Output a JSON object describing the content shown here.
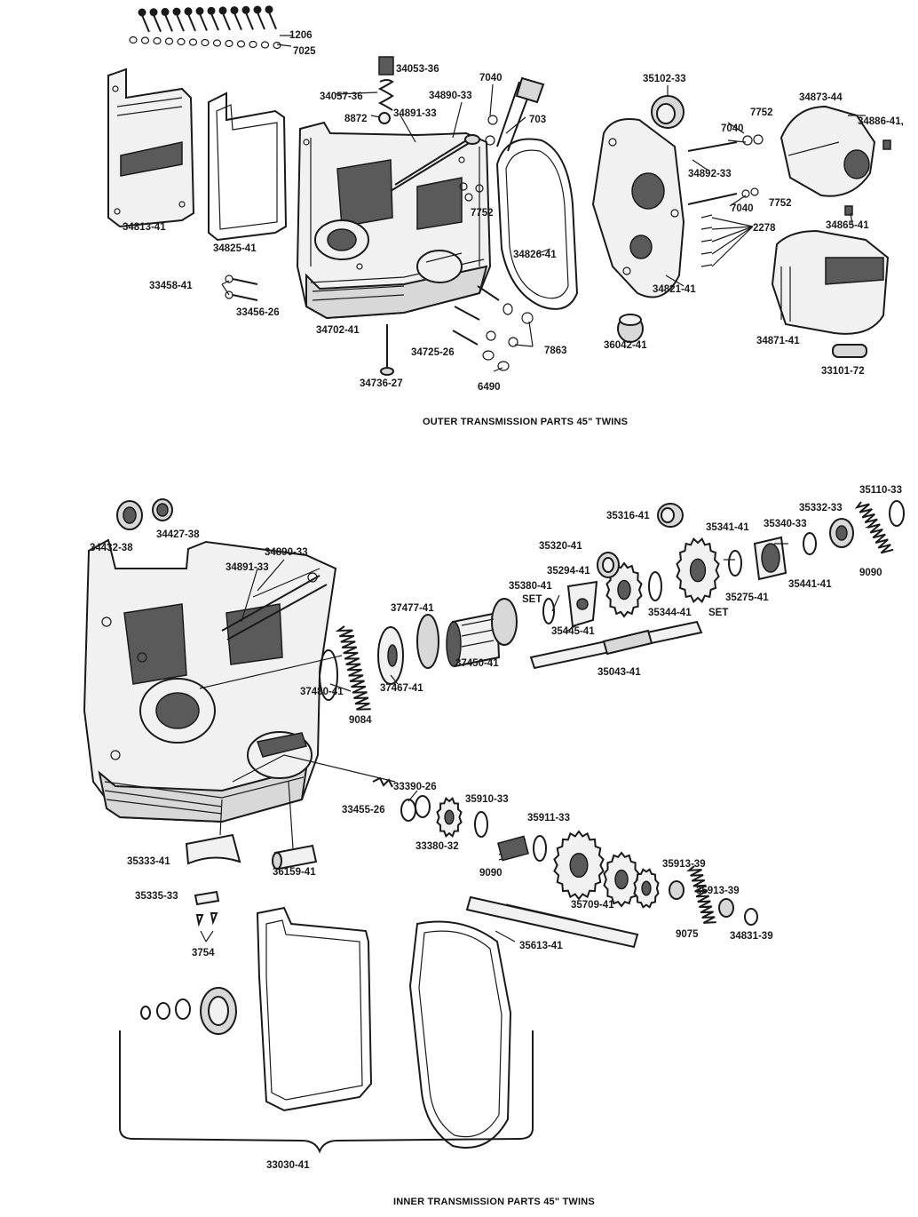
{
  "captions": {
    "outer": "OUTER TRANSMISSION PARTS 45\" TWINS",
    "inner": "INNER TRANSMISSION PARTS 45\" TWINS"
  },
  "outer_labels": [
    {
      "id": "o1",
      "text": "1206"
    },
    {
      "id": "o2",
      "text": "7025"
    },
    {
      "id": "o3",
      "text": "34053-36"
    },
    {
      "id": "o4",
      "text": "34057-36"
    },
    {
      "id": "o5",
      "text": "8872"
    },
    {
      "id": "o6",
      "text": "34891-33"
    },
    {
      "id": "o7",
      "text": "34890-33"
    },
    {
      "id": "o8",
      "text": "7040"
    },
    {
      "id": "o9",
      "text": "703"
    },
    {
      "id": "o10",
      "text": "35102-33"
    },
    {
      "id": "o11",
      "text": "34873-44"
    },
    {
      "id": "o12",
      "text": "7752"
    },
    {
      "id": "o13",
      "text": "7040"
    },
    {
      "id": "o14",
      "text": "34886-41,"
    },
    {
      "id": "o15",
      "text": "34892-33"
    },
    {
      "id": "o16",
      "text": "7752"
    },
    {
      "id": "o17",
      "text": "7040"
    },
    {
      "id": "o18",
      "text": "34865-41"
    },
    {
      "id": "o19",
      "text": "2278"
    },
    {
      "id": "o20",
      "text": "34813-41"
    },
    {
      "id": "o21",
      "text": "34825-41"
    },
    {
      "id": "o22",
      "text": "7752"
    },
    {
      "id": "o23",
      "text": "34826-41"
    },
    {
      "id": "o24",
      "text": "33458-41"
    },
    {
      "id": "o25",
      "text": "33456-26"
    },
    {
      "id": "o26",
      "text": "34821-41"
    },
    {
      "id": "o27",
      "text": "34702-41"
    },
    {
      "id": "o28",
      "text": "34725-26"
    },
    {
      "id": "o29",
      "text": "7863"
    },
    {
      "id": "o30",
      "text": "36042-41"
    },
    {
      "id": "o31",
      "text": "34871-41"
    },
    {
      "id": "o32",
      "text": "34736-27"
    },
    {
      "id": "o33",
      "text": "6490"
    },
    {
      "id": "o34",
      "text": "33101-72"
    }
  ],
  "inner_labels": [
    {
      "id": "i1",
      "text": "35110-33"
    },
    {
      "id": "i2",
      "text": "35332-33"
    },
    {
      "id": "i3",
      "text": "35316-41"
    },
    {
      "id": "i4",
      "text": "35340-33"
    },
    {
      "id": "i5",
      "text": "35341-41"
    },
    {
      "id": "i6",
      "text": "34432-38"
    },
    {
      "id": "i7",
      "text": "34427-38"
    },
    {
      "id": "i8",
      "text": "9090"
    },
    {
      "id": "i9",
      "text": "35320-41"
    },
    {
      "id": "i10",
      "text": "35441-41"
    },
    {
      "id": "i11",
      "text": "34890-33"
    },
    {
      "id": "i12",
      "text": "35294-41"
    },
    {
      "id": "i13",
      "text": "35275-41"
    },
    {
      "id": "i14",
      "text": "34891-33"
    },
    {
      "id": "i15",
      "text": "35380-41"
    },
    {
      "id": "i16",
      "text": "SET"
    },
    {
      "id": "i17",
      "text": "35344-41"
    },
    {
      "id": "i18",
      "text": "SET"
    },
    {
      "id": "i19",
      "text": "37477-41"
    },
    {
      "id": "i20",
      "text": "35445-41"
    },
    {
      "id": "i21",
      "text": "37450-41"
    },
    {
      "id": "i22",
      "text": "35043-41"
    },
    {
      "id": "i23",
      "text": "37480-41"
    },
    {
      "id": "i24",
      "text": "37467-41"
    },
    {
      "id": "i25",
      "text": "9084"
    },
    {
      "id": "i26",
      "text": "33390-26"
    },
    {
      "id": "i27",
      "text": "35910-33"
    },
    {
      "id": "i28",
      "text": "33455-26"
    },
    {
      "id": "i29",
      "text": "35911-33"
    },
    {
      "id": "i30",
      "text": "33380-32"
    },
    {
      "id": "i31",
      "text": "9090"
    },
    {
      "id": "i32",
      "text": "35913-39"
    },
    {
      "id": "i33",
      "text": "35333-41"
    },
    {
      "id": "i34",
      "text": "36159-41"
    },
    {
      "id": "i35",
      "text": "35709-41"
    },
    {
      "id": "i36",
      "text": "35913-39"
    },
    {
      "id": "i37",
      "text": "35335-33"
    },
    {
      "id": "i38",
      "text": "9075"
    },
    {
      "id": "i39",
      "text": "34831-39"
    },
    {
      "id": "i40",
      "text": "3754"
    },
    {
      "id": "i41",
      "text": "35613-41"
    },
    {
      "id": "i42",
      "text": "33030-41"
    }
  ]
}
